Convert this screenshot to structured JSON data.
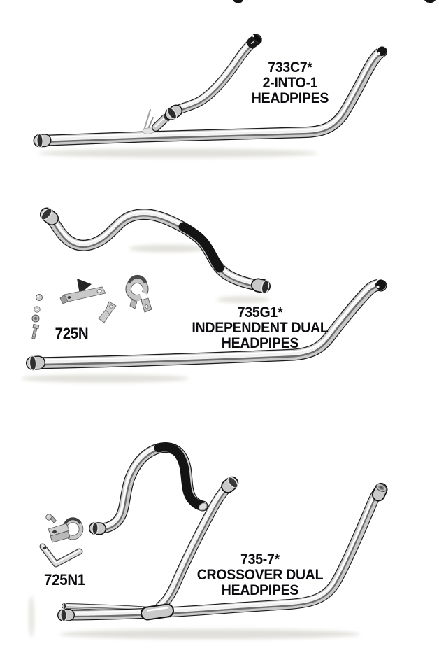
{
  "page": {
    "background_color": "#ffffff",
    "label_color": "#0b0b10",
    "chrome_highlight_color": "#f2f2f2",
    "chrome_shadow_color": "#1b1b1b"
  },
  "products": [
    {
      "part_number": "733C7*",
      "description_line_1": "2-INTO-1",
      "description_line_2": "HEADPIPES",
      "illustration": "chrome 2-into-1 exhaust headpipe set"
    },
    {
      "part_number": "735G1*",
      "description_line_1": "INDEPENDENT DUAL",
      "description_line_2": "HEADPIPES",
      "hardware_kit_part_number": "725N",
      "illustration": "chrome independent dual headpipes with mounting hardware kit"
    },
    {
      "part_number": "735-7*",
      "description_line_1": "CROSSOVER DUAL",
      "description_line_2": "HEADPIPES",
      "hardware_kit_part_number": "725N1",
      "illustration": "chrome crossover dual headpipes with clamp and bracket hardware"
    }
  ]
}
